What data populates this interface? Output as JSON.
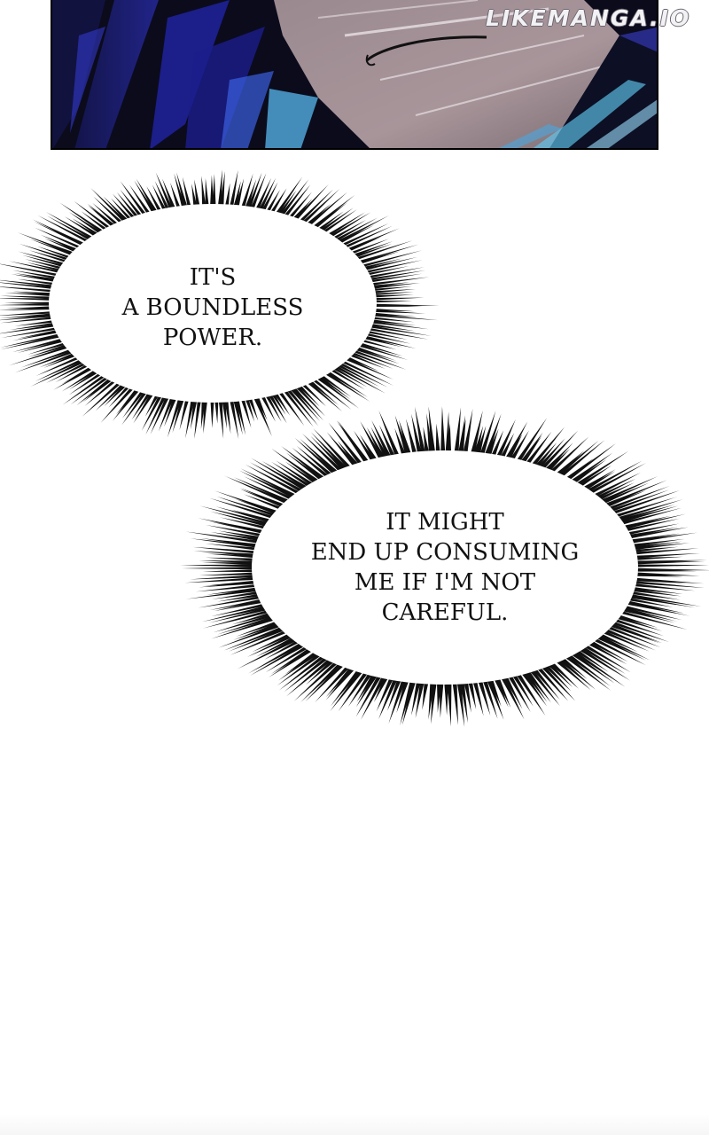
{
  "watermark": "LIKEMANGA.IO",
  "bubbles": [
    {
      "text": "IT'S\nA BOUNDLESS\nPOWER."
    },
    {
      "text": "IT MIGHT\nEND UP CONSUMING\nME IF I'M NOT\nCAREFUL."
    }
  ],
  "colors": {
    "panel_dark": "#0b0b1c",
    "panel_blue": "#2b2fd0",
    "panel_cyan": "#5fc8f0",
    "skin": "#a39094",
    "ink": "#111111"
  }
}
